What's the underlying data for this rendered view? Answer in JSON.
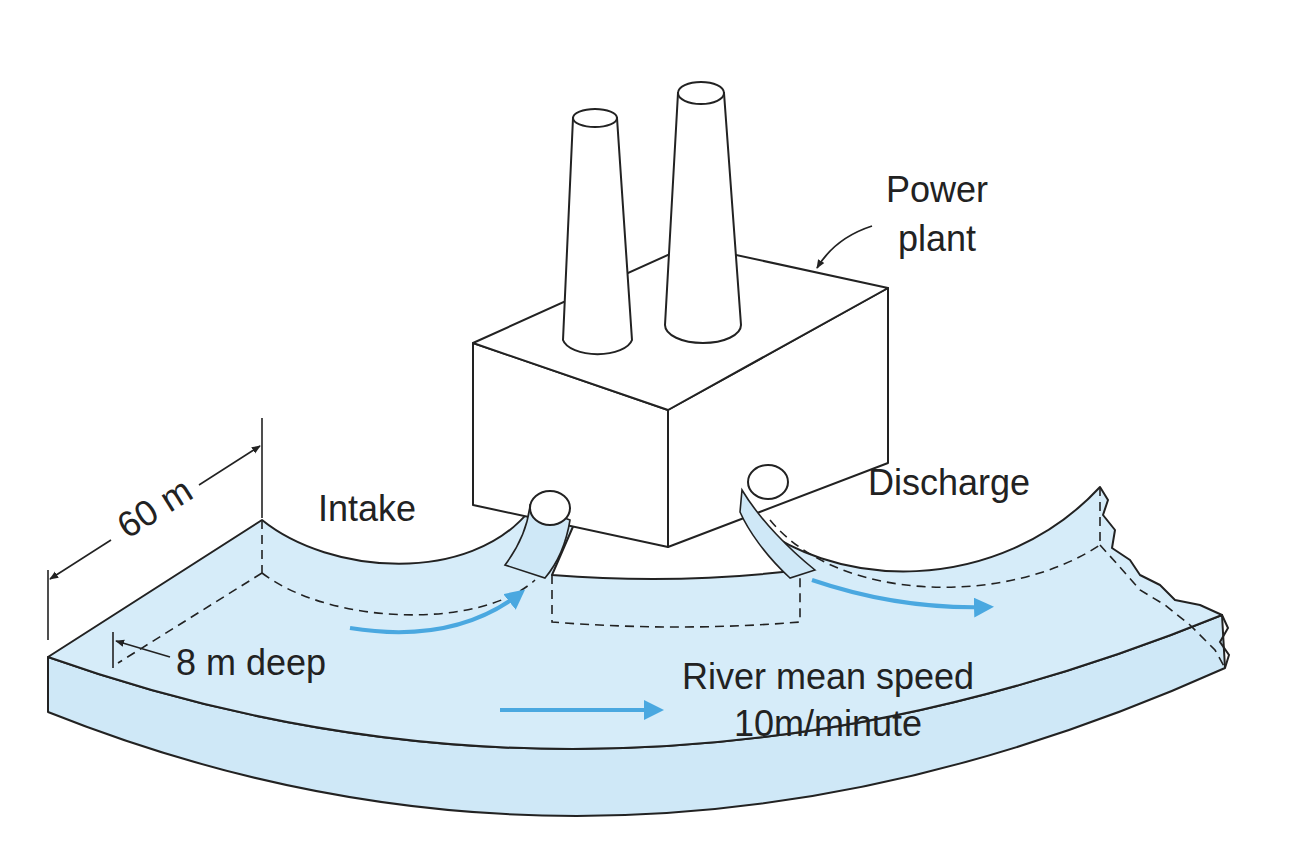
{
  "diagram": {
    "labels": [
      "Power plant",
      "Intake",
      "Discharge",
      "60 m",
      "8 m deep",
      "River mean speed 10m/minute"
    ]
  }
}
